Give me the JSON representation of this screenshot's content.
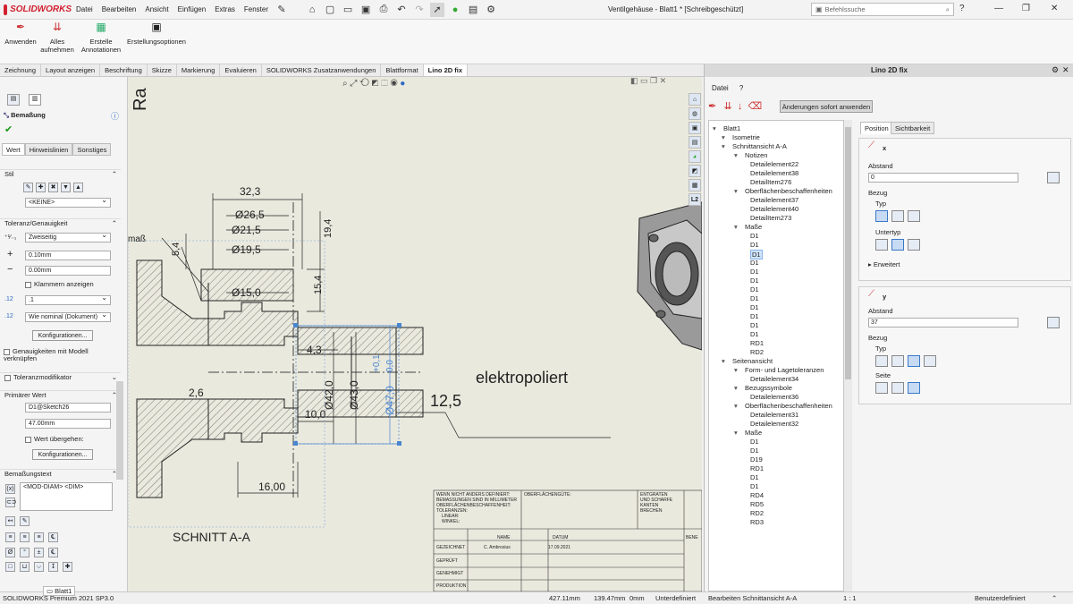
{
  "app": {
    "logo_text": "SOLIDWORKS",
    "menu": [
      "Datei",
      "Bearbeiten",
      "Ansicht",
      "Einfügen",
      "Extras",
      "Fenster"
    ],
    "document_title": "Ventilgehäuse - Blatt1 * [Schreibgeschützt]",
    "search_placeholder": "Befehlssuche"
  },
  "command_manager": {
    "buttons": [
      {
        "label1": "Anwenden",
        "label2": ""
      },
      {
        "label1": "Alles",
        "label2": "aufnehmen"
      },
      {
        "label1": "Erstelle",
        "label2": "Annotationen"
      },
      {
        "label1": "Erstellungsoptionen",
        "label2": ""
      }
    ],
    "tabs": [
      "Zeichnung",
      "Layout anzeigen",
      "Beschriftung",
      "Skizze",
      "Markierung",
      "Evaluieren",
      "SOLIDWORKS Zusatzanwendungen",
      "Blattformat",
      "Lino 2D fix"
    ],
    "active_tab": 8
  },
  "property_manager": {
    "title": "Bemaßung",
    "tabs": [
      "Wert",
      "Hinweislinien",
      "Sonstiges"
    ],
    "style": {
      "header": "Stil",
      "dropdown": "<KEINE>"
    },
    "tolerance": {
      "header": "Toleranz/Genauigkeit",
      "type": "Zweiseitig",
      "upper": "0.10mm",
      "lower": "0.00mm",
      "parentheses": "Klammern anzeigen",
      "precision": ".1",
      "tolerance_precision": "Wie nominal (Dokument)",
      "config_button": "Konfigurationen...",
      "link_precision": "Genauigkeiten mit Modell verknüpfen"
    },
    "tolerance_modifier": {
      "header": "Toleranzmodifikator"
    },
    "primary_value": {
      "header": "Primärer Wert",
      "name": "D1@Sketch26",
      "value": "47.00mm",
      "override": "Wert übergehen:",
      "config_button": "Konfigurationen..."
    },
    "dimension_text": {
      "header": "Bemaßungstext",
      "text": "<MOD-DIAM> <DIM>"
    }
  },
  "drawing": {
    "section_label": "SCHNITT A-A",
    "dim_32_3": "32,3",
    "dim_26_5": "Ø26,5",
    "dim_21_5": "Ø21,5",
    "dim_19_5": "Ø19,5",
    "dim_15_0": "Ø15,0",
    "dim_19_4": "19,4",
    "dim_15_4": "15,4",
    "dim_5_4": "5,4",
    "dim_4_3": "4,3",
    "dim_2_6": "2,6",
    "dim_10_0": "10,0",
    "dim_16_00": "16,00",
    "dim_42_0": "Ø42,0",
    "dim_43_0": "Ø43,0",
    "dim_47_0": "Ø47,0",
    "dim_tol_upper": "+0,1",
    "dim_tol_lower": "0,0",
    "roughness_value": "12,5",
    "surface_note": "elektropoliert",
    "partial_left_text": "maß",
    "partial_top_text": "Ra",
    "title_block": {
      "general_notes": [
        "WENN NICHT ANDERS DEFINIERT:",
        "BEMASSUNGEN SIND IN MILLIMETER",
        "OBERFLÄCHENBESCHAFFENHEIT:",
        "TOLERANZEN:",
        "LINEAR:",
        "WINKEL:"
      ],
      "surface_quality": "OBERFLÄCHENGÜTE:",
      "deburr": [
        "ENTGRATEN",
        "UND SCHARFE",
        "KANTEN",
        "BRECHEN"
      ],
      "col_name": "NAME",
      "col_date": "DATUM",
      "rows": [
        "GEZEICHNET",
        "GEPRÜFT",
        "GENEHMIGT",
        "PRODUKTION"
      ],
      "drawn_by": "C. Ambrosius",
      "drawn_date": "17.09.2021",
      "right_cut": "BENE"
    }
  },
  "lino": {
    "title": "Lino 2D fix",
    "menu": [
      "Datei",
      "?"
    ],
    "apply_button": "Änderungen sofort anwenden",
    "tree": [
      {
        "label": "Blatt1",
        "level": 0
      },
      {
        "label": "Isometrie",
        "level": 1
      },
      {
        "label": "Schnittansicht A-A",
        "level": 1
      },
      {
        "label": "Notizen",
        "level": 2
      },
      {
        "label": "Detailelement22",
        "level": 3
      },
      {
        "label": "Detailelement38",
        "level": 3
      },
      {
        "label": "DetailItem276",
        "level": 3
      },
      {
        "label": "Oberflächenbeschaffenheiten",
        "level": 2
      },
      {
        "label": "Detailelement37",
        "level": 3
      },
      {
        "label": "Detailelement40",
        "level": 3
      },
      {
        "label": "DetailItem273",
        "level": 3
      },
      {
        "label": "Maße",
        "level": 2
      },
      {
        "label": "D1",
        "level": 3
      },
      {
        "label": "D1",
        "level": 3
      },
      {
        "label": "D1",
        "level": 3,
        "selected": true
      },
      {
        "label": "D1",
        "level": 3
      },
      {
        "label": "D1",
        "level": 3
      },
      {
        "label": "D1",
        "level": 3
      },
      {
        "label": "D1",
        "level": 3
      },
      {
        "label": "D1",
        "level": 3
      },
      {
        "label": "D1",
        "level": 3
      },
      {
        "label": "D1",
        "level": 3
      },
      {
        "label": "D1",
        "level": 3
      },
      {
        "label": "D1",
        "level": 3
      },
      {
        "label": "RD1",
        "level": 3
      },
      {
        "label": "RD2",
        "level": 3
      },
      {
        "label": "Seitenansicht",
        "level": 1
      },
      {
        "label": "Form- und Lagetoleranzen",
        "level": 2
      },
      {
        "label": "Detailelement34",
        "level": 3
      },
      {
        "label": "Bezugssymbole",
        "level": 2
      },
      {
        "label": "Detailelement36",
        "level": 3
      },
      {
        "label": "Oberflächenbeschaffenheiten",
        "level": 2
      },
      {
        "label": "Detailelement31",
        "level": 3
      },
      {
        "label": "Detailelement32",
        "level": 3
      },
      {
        "label": "Maße",
        "level": 2
      },
      {
        "label": "D1",
        "level": 3
      },
      {
        "label": "D1",
        "level": 3
      },
      {
        "label": "D19",
        "level": 3
      },
      {
        "label": "RD1",
        "level": 3
      },
      {
        "label": "D1",
        "level": 3
      },
      {
        "label": "D1",
        "level": 3
      },
      {
        "label": "RD4",
        "level": 3
      },
      {
        "label": "RD5",
        "level": 3
      },
      {
        "label": "RD2",
        "level": 3
      },
      {
        "label": "RD3",
        "level": 3
      }
    ],
    "prop_tabs": [
      "Position",
      "Sichtbarkeit"
    ],
    "x_group": {
      "axis": "x",
      "distance_label": "Abstand",
      "distance_value": "0",
      "reference_label": "Bezug",
      "type_label": "Typ",
      "subtype_label": "Untertyp",
      "extended": "Erweitert"
    },
    "y_group": {
      "axis": "y",
      "distance_label": "Abstand",
      "distance_value": "37",
      "reference_label": "Bezug",
      "type_label": "Typ",
      "side_label": "Seite"
    }
  },
  "status_bar": {
    "product": "SOLIDWORKS Premium 2021 SP3.0",
    "sheet_tab": "Blatt1",
    "x": "427.11mm",
    "y": "139.47mm",
    "z": "0mm",
    "state": "Unterdefiniert",
    "editing": "Bearbeiten Schnittansicht A-A",
    "scale": "1 : 1",
    "units": "Benutzerdefiniert"
  },
  "colors": {
    "brand": "#d2202f",
    "selection": "#3a78c8",
    "drawing_bg": "#eae9de",
    "selected_dim": "#4a86d0"
  }
}
